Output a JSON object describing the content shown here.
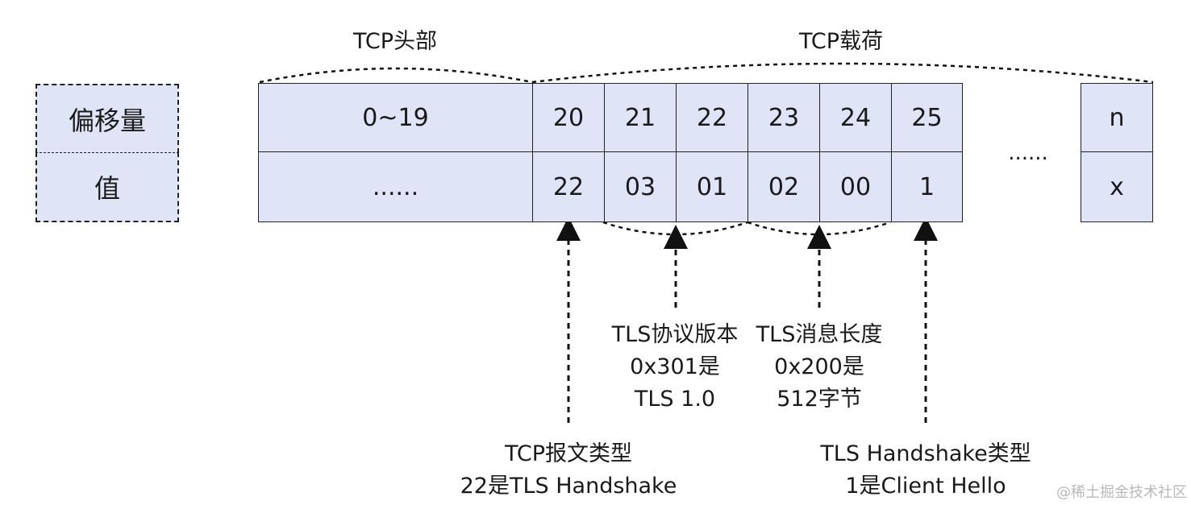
{
  "brace_labels": {
    "header": "TCP头部",
    "payload": "TCP载荷"
  },
  "legend": {
    "offset": "偏移量",
    "value": "值"
  },
  "header_block": {
    "offset": "0~19",
    "value": "......"
  },
  "bytes": [
    {
      "offset": "20",
      "value": "22"
    },
    {
      "offset": "21",
      "value": "03"
    },
    {
      "offset": "22",
      "value": "01"
    },
    {
      "offset": "23",
      "value": "02"
    },
    {
      "offset": "24",
      "value": "00"
    },
    {
      "offset": "25",
      "value": "1"
    }
  ],
  "ellipsis": "......",
  "last_byte": {
    "offset": "n",
    "value": "x"
  },
  "annotations": {
    "version": [
      "TLS协议版本",
      "0x301是",
      "TLS 1.0"
    ],
    "length": [
      "TLS消息长度",
      "0x200是",
      "512字节"
    ],
    "record_type": [
      "TCP报文类型",
      "22是TLS Handshake"
    ],
    "handshake_type": [
      "TLS Handshake类型",
      "1是Client Hello"
    ]
  },
  "watermark": "@稀土掘金技术社区"
}
